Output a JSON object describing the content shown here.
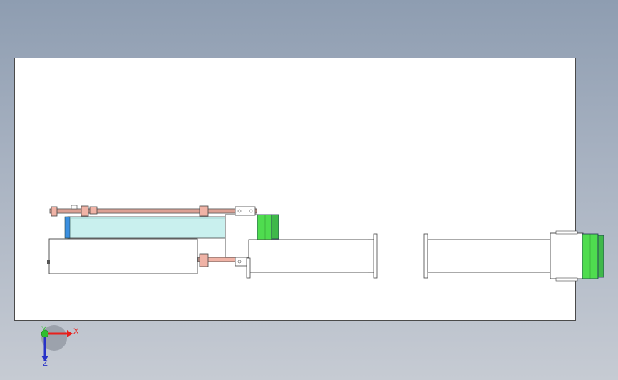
{
  "triad": {
    "x_label": "X",
    "y_label": "Y",
    "z_label": "Z",
    "x_color": "#e8201c",
    "y_color": "#2fbf2f",
    "z_color": "#2732c8"
  },
  "colors": {
    "background_top": "#8e9db1",
    "background_bottom": "#c6cbd3",
    "sheet": "#ffffff",
    "belt": "#c9f0ee",
    "roller_blue": "#3b8fe0",
    "green_block": "#4fdc4f",
    "rail_pink": "#f0b3a6"
  }
}
